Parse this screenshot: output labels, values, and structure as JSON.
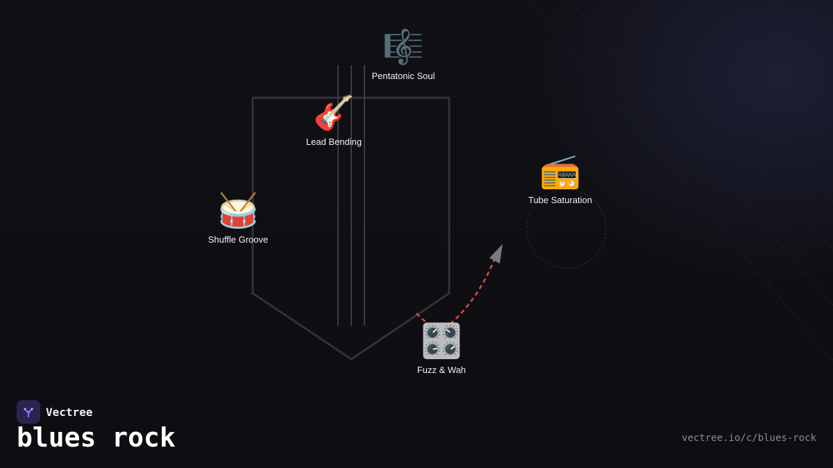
{
  "brand": {
    "name": "Vectree",
    "logo_icon": "sprout-icon",
    "logo_bg": "#2a2550",
    "logo_accent": "#9b6cf0"
  },
  "topic": "blues rock",
  "url": "vectree.io/c/blues-rock",
  "colors": {
    "edge_dashed": "#e24a4a",
    "arrow": "#7a7a80",
    "outline": "#3a3a3e",
    "label": "#f2f2f2"
  },
  "nodes": [
    {
      "id": "pentatonic",
      "label": "Pentatonic Soul",
      "icon": "musical-score-icon",
      "emoji": "🎼"
    },
    {
      "id": "lead",
      "label": "Lead Bending",
      "icon": "guitar-icon",
      "emoji": "🎸"
    },
    {
      "id": "shuffle",
      "label": "Shuffle Groove",
      "icon": "drum-icon",
      "emoji": "🥁"
    },
    {
      "id": "tube",
      "label": "Tube Saturation",
      "icon": "radio-icon",
      "emoji": "📻"
    },
    {
      "id": "fuzz",
      "label": "Fuzz & Wah",
      "icon": "control-knobs-icon",
      "emoji": "🎛️"
    }
  ]
}
